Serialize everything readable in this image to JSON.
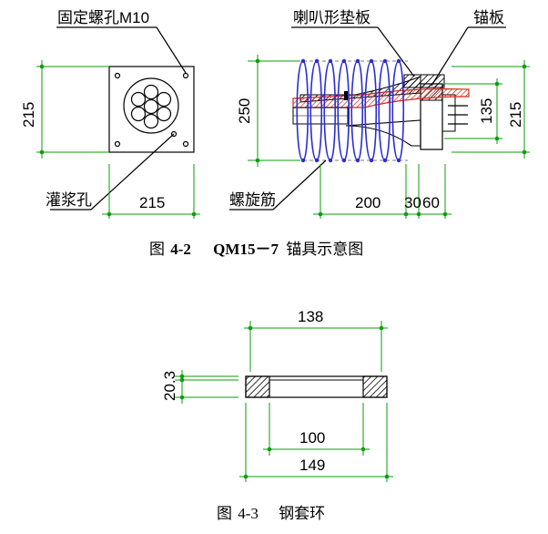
{
  "figure_top": {
    "labels": {
      "fixing_hole": "固定螺孔M10",
      "trumpet_plate": "喇叭形垫板",
      "anchor_plate": "锚板",
      "grout_hole": "灌浆孔",
      "spiral_rebar": "螺旋筋"
    },
    "dims": {
      "plate_height": "215",
      "plate_width": "215",
      "overall_height": "250",
      "core_height": "135",
      "right_height": "215",
      "spiral_length": "200",
      "seg_a": "30",
      "seg_b": "60"
    },
    "caption": {
      "prefix": "图",
      "number": "4-2",
      "model": "QM15－7",
      "title": "锚具示意图"
    }
  },
  "figure_bottom": {
    "dims": {
      "top_width": "138",
      "thickness": "20.3",
      "inner_width": "100",
      "outer_width": "149"
    },
    "caption": {
      "prefix": "图",
      "number": "4-3",
      "title": "钢套环"
    }
  },
  "colors": {
    "dimension": "#0a9e0a",
    "spiral": "#2d2dd2",
    "strand": "#d8271e",
    "hatch": "#000000"
  }
}
